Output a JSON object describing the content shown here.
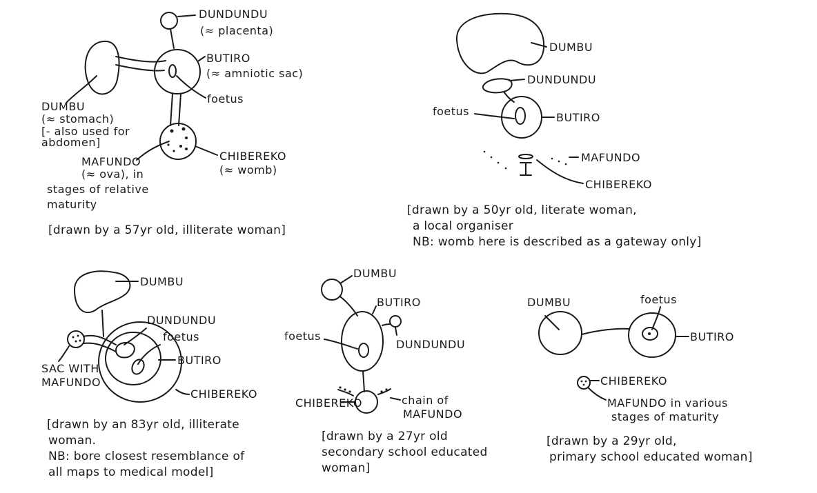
{
  "d1": {
    "dundundu": "DUNDUNDU",
    "dundundu_gloss": "(≈ placenta)",
    "butiro": "BUTIRO",
    "butiro_gloss": "(≈ amniotic sac)",
    "foetus": "foetus",
    "dumbu": "DUMBU",
    "dumbu_gloss": "(≈ stomach)",
    "dumbu_note1": "[- also used for",
    "dumbu_note2": "abdomen]",
    "mafundo": "MAFUNDO",
    "mafundo_gloss": "(≈ ova), in",
    "mafundo_l2": "stages of relative",
    "mafundo_l3": "maturity",
    "chibereko": "CHIBEREKO",
    "chibereko_gloss": "(≈ womb)",
    "caption1": "[drawn by a 57yr old, illiterate woman]"
  },
  "d2": {
    "dumbu": "DUMBU",
    "dundundu": "DUNDUNDU",
    "foetus": "foetus",
    "butiro": "BUTIRO",
    "mafundo": "MAFUNDO",
    "chibereko": "CHIBEREKO",
    "caption1": "[drawn by a 50yr old, literate woman,",
    "caption2": "a local organiser",
    "caption3": "NB: womb here is described as a gateway only]"
  },
  "d3": {
    "dumbu": "DUMBU",
    "dundundu": "DUNDUNDU",
    "foetus": "foetus",
    "butiro": "BUTIRO",
    "sac1": "SAC WITH",
    "sac2": "MAFUNDO",
    "chibereko": "CHIBEREKO",
    "caption1": "[drawn by an 83yr old, illiterate",
    "caption2": "woman.",
    "caption3": "NB: bore closest resemblance of",
    "caption4": "all maps to medical model]"
  },
  "d4": {
    "dumbu": "DUMBU",
    "butiro": "BUTIRO",
    "foetus": "foetus",
    "dundundu": "DUNDUNDU",
    "chibereko": "CHIBEREKO",
    "chain1": "chain of",
    "chain2": "MAFUNDO",
    "caption1": "[drawn by a 27yr old",
    "caption2": "secondary school educated",
    "caption3": "woman]"
  },
  "d5": {
    "dumbu": "DUMBU",
    "foetus": "foetus",
    "butiro": "BUTIRO",
    "chibereko": "CHIBEREKO",
    "mafundo1": "MAFUNDO in various",
    "mafundo2": "stages of maturity",
    "caption1": "[drawn by a 29yr old,",
    "caption2": "primary school educated woman]"
  }
}
